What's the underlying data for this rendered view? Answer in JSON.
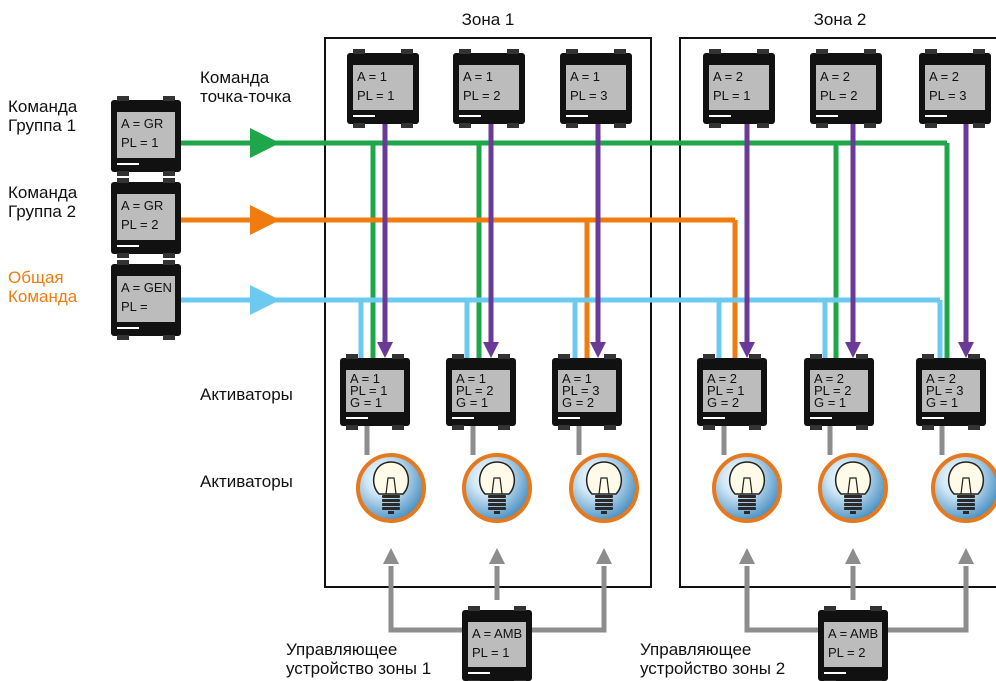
{
  "colors": {
    "group1": "#1fa64a",
    "group2": "#f07c10",
    "general": "#6ccaf0",
    "point": "#6a3a96",
    "amb": "#8d8d8d",
    "device_body": "#111111",
    "device_screen": "#bcbcbc",
    "zone_border": "#111111",
    "orange_text": "#f07c10",
    "bulb_ring": "#e6781e",
    "bulb_bg": "#3a8ac0"
  },
  "zones": [
    {
      "title": "Зона 1"
    },
    {
      "title": "Зона 2"
    }
  ],
  "commands": [
    {
      "label_line1": "Команда",
      "label_line2": "Группа 1",
      "device_line1": "A = GR",
      "device_line2": "PL = 1",
      "color": "group1"
    },
    {
      "label_line1": "Команда",
      "label_line2": "Группа 2",
      "device_line1": "A = GR",
      "device_line2": "PL = 2",
      "color": "group2"
    },
    {
      "label_line1": "Общая",
      "label_line2": "Команда",
      "device_line1": "A = GEN",
      "device_line2": "PL =",
      "color": "general"
    }
  ],
  "point_label": {
    "line1": "Команда",
    "line2": "точка-точка"
  },
  "point_devices": [
    {
      "line1": "A = 1",
      "line2": "PL = 1"
    },
    {
      "line1": "A = 1",
      "line2": "PL = 2"
    },
    {
      "line1": "A = 1",
      "line2": "PL = 3"
    },
    {
      "line1": "A = 2",
      "line2": "PL = 1"
    },
    {
      "line1": "A = 2",
      "line2": "PL = 2"
    },
    {
      "line1": "A = 2",
      "line2": "PL = 3"
    }
  ],
  "actuators_label": "Активаторы",
  "actuators": [
    {
      "line1": "A = 1",
      "line2": "PL = 1",
      "line3": "G = 1"
    },
    {
      "line1": "A = 1",
      "line2": "PL = 2",
      "line3": "G = 1"
    },
    {
      "line1": "A = 1",
      "line2": "PL = 3",
      "line3": "G = 2"
    },
    {
      "line1": "A = 2",
      "line2": "PL = 1",
      "line3": "G = 2"
    },
    {
      "line1": "A = 2",
      "line2": "PL = 2",
      "line3": "G = 1"
    },
    {
      "line1": "A = 2",
      "line2": "PL = 3",
      "line3": "G = 1"
    }
  ],
  "lamps_label": "Активаторы",
  "amb_devices": [
    {
      "label_line1": "Управляющее",
      "label_line2": "устройство зоны 1",
      "line1": "A = AMB",
      "line2": "PL = 1"
    },
    {
      "label_line1": "Управляющее",
      "label_line2": "устройство зоны 2",
      "line1": "A = AMB",
      "line2": "PL = 2"
    }
  ]
}
